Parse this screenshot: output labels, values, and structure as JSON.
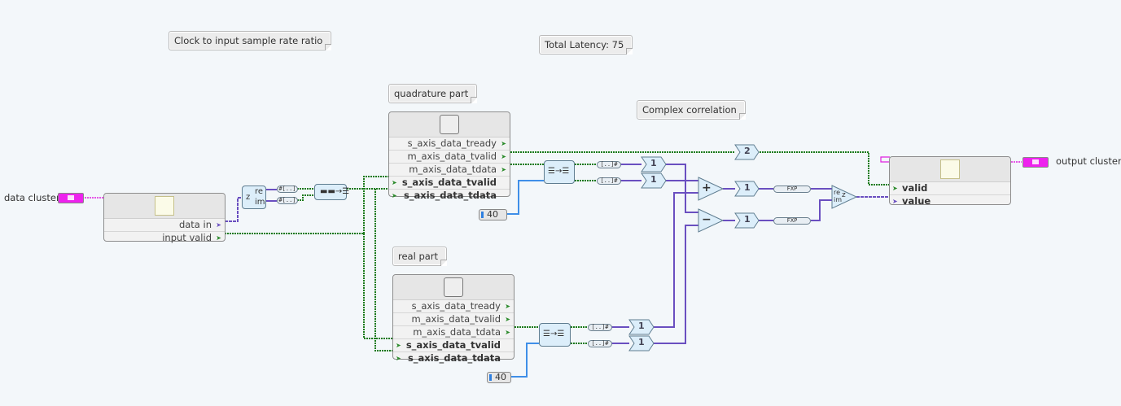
{
  "notes": {
    "clock_ratio": "Clock to input sample rate ratio",
    "total_latency": "Total Latency: 75",
    "quadrature_part": "quadrature part",
    "complex_correlation": "Complex correlation",
    "real_part": "real part"
  },
  "input": {
    "label": "data cluster",
    "unbundle_outputs": [
      "data in",
      "input valid"
    ]
  },
  "complex_split": {
    "z": "z",
    "re": "re",
    "im": "im"
  },
  "converters": {
    "array": "#[..]",
    "arr_out": "[..]#",
    "fxp": "FXP"
  },
  "ip_blocks": [
    {
      "name": "quadrature",
      "ports": [
        {
          "label": "s_axis_data_tready",
          "dir": "out",
          "bold": false
        },
        {
          "label": "m_axis_data_tvalid",
          "dir": "out",
          "bold": false
        },
        {
          "label": "m_axis_data_tdata",
          "dir": "out",
          "bold": false
        },
        {
          "label": "s_axis_data_tvalid",
          "dir": "in",
          "bold": true
        },
        {
          "label": "s_axis_data_tdata",
          "dir": "in",
          "bold": true
        }
      ]
    },
    {
      "name": "real",
      "ports": [
        {
          "label": "s_axis_data_tready",
          "dir": "out",
          "bold": false
        },
        {
          "label": "m_axis_data_tvalid",
          "dir": "out",
          "bold": false
        },
        {
          "label": "m_axis_data_tdata",
          "dir": "out",
          "bold": false
        },
        {
          "label": "s_axis_data_tvalid",
          "dir": "in",
          "bold": true
        },
        {
          "label": "s_axis_data_tdata",
          "dir": "in",
          "bold": true
        }
      ]
    }
  ],
  "constants": {
    "split_q": "40",
    "split_r": "40"
  },
  "delays": {
    "q1": "1",
    "q2": "1",
    "r1": "1",
    "r2": "1",
    "add": "1",
    "sub": "1",
    "valid": "2"
  },
  "ops": {
    "add": "+",
    "sub": "−"
  },
  "combine": {
    "re": "re",
    "im": "im",
    "z": "z"
  },
  "output": {
    "label": "output cluster",
    "bundle_inputs": [
      "valid",
      "value"
    ]
  },
  "colors": {
    "background": "#f3f7fa",
    "wire_bool": "#1a7a1a",
    "wire_fixed": "#6a4fc0",
    "wire_int": "#3f8fe8",
    "wire_cluster": "#e020e0"
  }
}
